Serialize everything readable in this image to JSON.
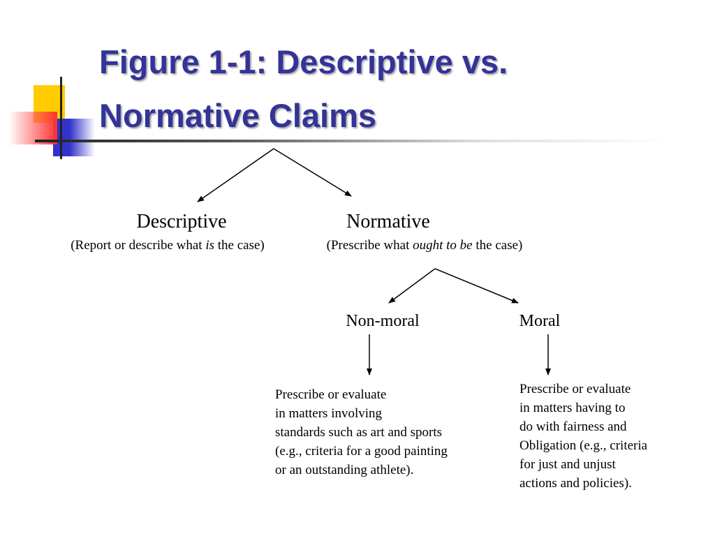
{
  "title": {
    "line1": "Figure 1-1: Descriptive vs.",
    "line2": "Normative Claims"
  },
  "nodes": {
    "descriptive": {
      "label": "Descriptive",
      "sub_before": "(Report or describe what ",
      "sub_em": "is",
      "sub_after": " the case)"
    },
    "normative": {
      "label": "Normative",
      "sub_before": "(Prescribe what ",
      "sub_em": "ought to be",
      "sub_after": " the case)"
    },
    "non_moral": {
      "label": "Non-moral",
      "description": [
        "Prescribe or evaluate",
        "in matters involving",
        "standards such as art and sports",
        "(e.g., criteria for a good painting",
        "or an outstanding athlete)."
      ]
    },
    "moral": {
      "label": "Moral",
      "description": [
        "Prescribe or evaluate",
        "in matters having to",
        "do with fairness and",
        "Obligation (e.g., criteria",
        "for just and unjust",
        "actions and policies)."
      ]
    }
  },
  "colors": {
    "title": "#333399",
    "accent_yellow": "#ffcc00",
    "accent_blue": "#3333cc",
    "accent_red": "#ff3333"
  }
}
